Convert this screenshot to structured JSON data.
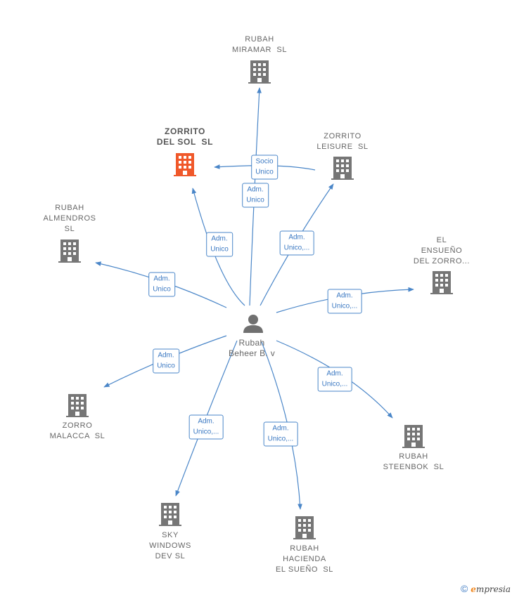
{
  "colors": {
    "edge": "#4a86c8",
    "company": "#767676",
    "highlight": "#f0582a",
    "person": "#707070"
  },
  "center": {
    "name": "Rubah\nBeheer B. v",
    "icon": "person-icon"
  },
  "nodes": [
    {
      "id": "rubah-miramar",
      "label": "RUBAH\nMIRAMAR  SL",
      "icon": "building-icon"
    },
    {
      "id": "zorrito-del-sol",
      "label": "ZORRITO\nDEL SOL  SL",
      "icon": "building-icon",
      "highlight": true
    },
    {
      "id": "zorrito-leisure",
      "label": "ZORRITO\nLEISURE  SL",
      "icon": "building-icon"
    },
    {
      "id": "rubah-almendros",
      "label": "RUBAH\nALMENDROS\nSL",
      "icon": "building-icon"
    },
    {
      "id": "el-ensueno",
      "label": "EL\nENSUEÑO\nDEL ZORRO...",
      "icon": "building-icon"
    },
    {
      "id": "zorro-malacca",
      "label": "ZORRO\nMALACCA  SL",
      "icon": "building-icon"
    },
    {
      "id": "rubah-steenbok",
      "label": "RUBAH\nSTEENBOK  SL",
      "icon": "building-icon"
    },
    {
      "id": "sky-windows",
      "label": "SKY\nWINDOWS\nDEV SL",
      "icon": "building-icon"
    },
    {
      "id": "rubah-hacienda",
      "label": "RUBAH\nHACIENDA\nEL SUEÑO  SL",
      "icon": "building-icon"
    }
  ],
  "relations": [
    {
      "label": "Adm.\nUnico"
    },
    {
      "label": "Socio\nUnico"
    },
    {
      "label": "Adm.\nUnico"
    },
    {
      "label": "Adm.\nUnico,..."
    },
    {
      "label": "Adm.\nUnico"
    },
    {
      "label": "Adm.\nUnico,..."
    },
    {
      "label": "Adm.\nUnico"
    },
    {
      "label": "Adm.\nUnico,..."
    },
    {
      "label": "Adm.\nUnico,..."
    },
    {
      "label": "Adm.\nUnico,..."
    }
  ],
  "footer": {
    "copyright_symbol": "©",
    "brand_initial": "e",
    "brand_rest": "mpresia"
  }
}
